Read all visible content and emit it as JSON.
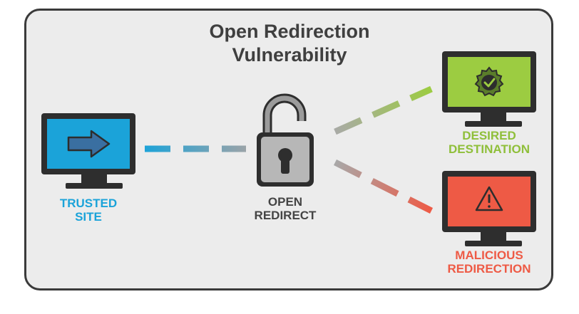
{
  "title": {
    "line1": "Open Redirection",
    "line2": "Vulnerability"
  },
  "nodes": {
    "trusted_site": {
      "line1": "TRUSTED",
      "line2": "SITE",
      "color": "#1ba3d9",
      "screen_color": "#1ba3d9"
    },
    "open_redirect": {
      "line1": "OPEN",
      "line2": "REDIRECT",
      "color": "#444444",
      "lock_color": "#b7b7b7"
    },
    "desired_destination": {
      "line1": "DESIRED",
      "line2": "DESTINATION",
      "color": "#8fbf3a",
      "screen_color": "#9ccc41"
    },
    "malicious_redirection": {
      "line1": "MALICIOUS",
      "line2": "REDIRECTION",
      "color": "#ee5a45",
      "screen_color": "#ee5a45"
    }
  },
  "icons": {
    "trusted_site": "arrow-right-icon",
    "open_redirect": "open-padlock-icon",
    "desired_destination": "checkmark-badge-icon",
    "malicious_redirection": "warning-triangle-icon"
  },
  "colors": {
    "background": "#ececec",
    "border": "#3a3a3a",
    "monitor_frame": "#2e2e2e",
    "title": "#3f3f3f"
  }
}
